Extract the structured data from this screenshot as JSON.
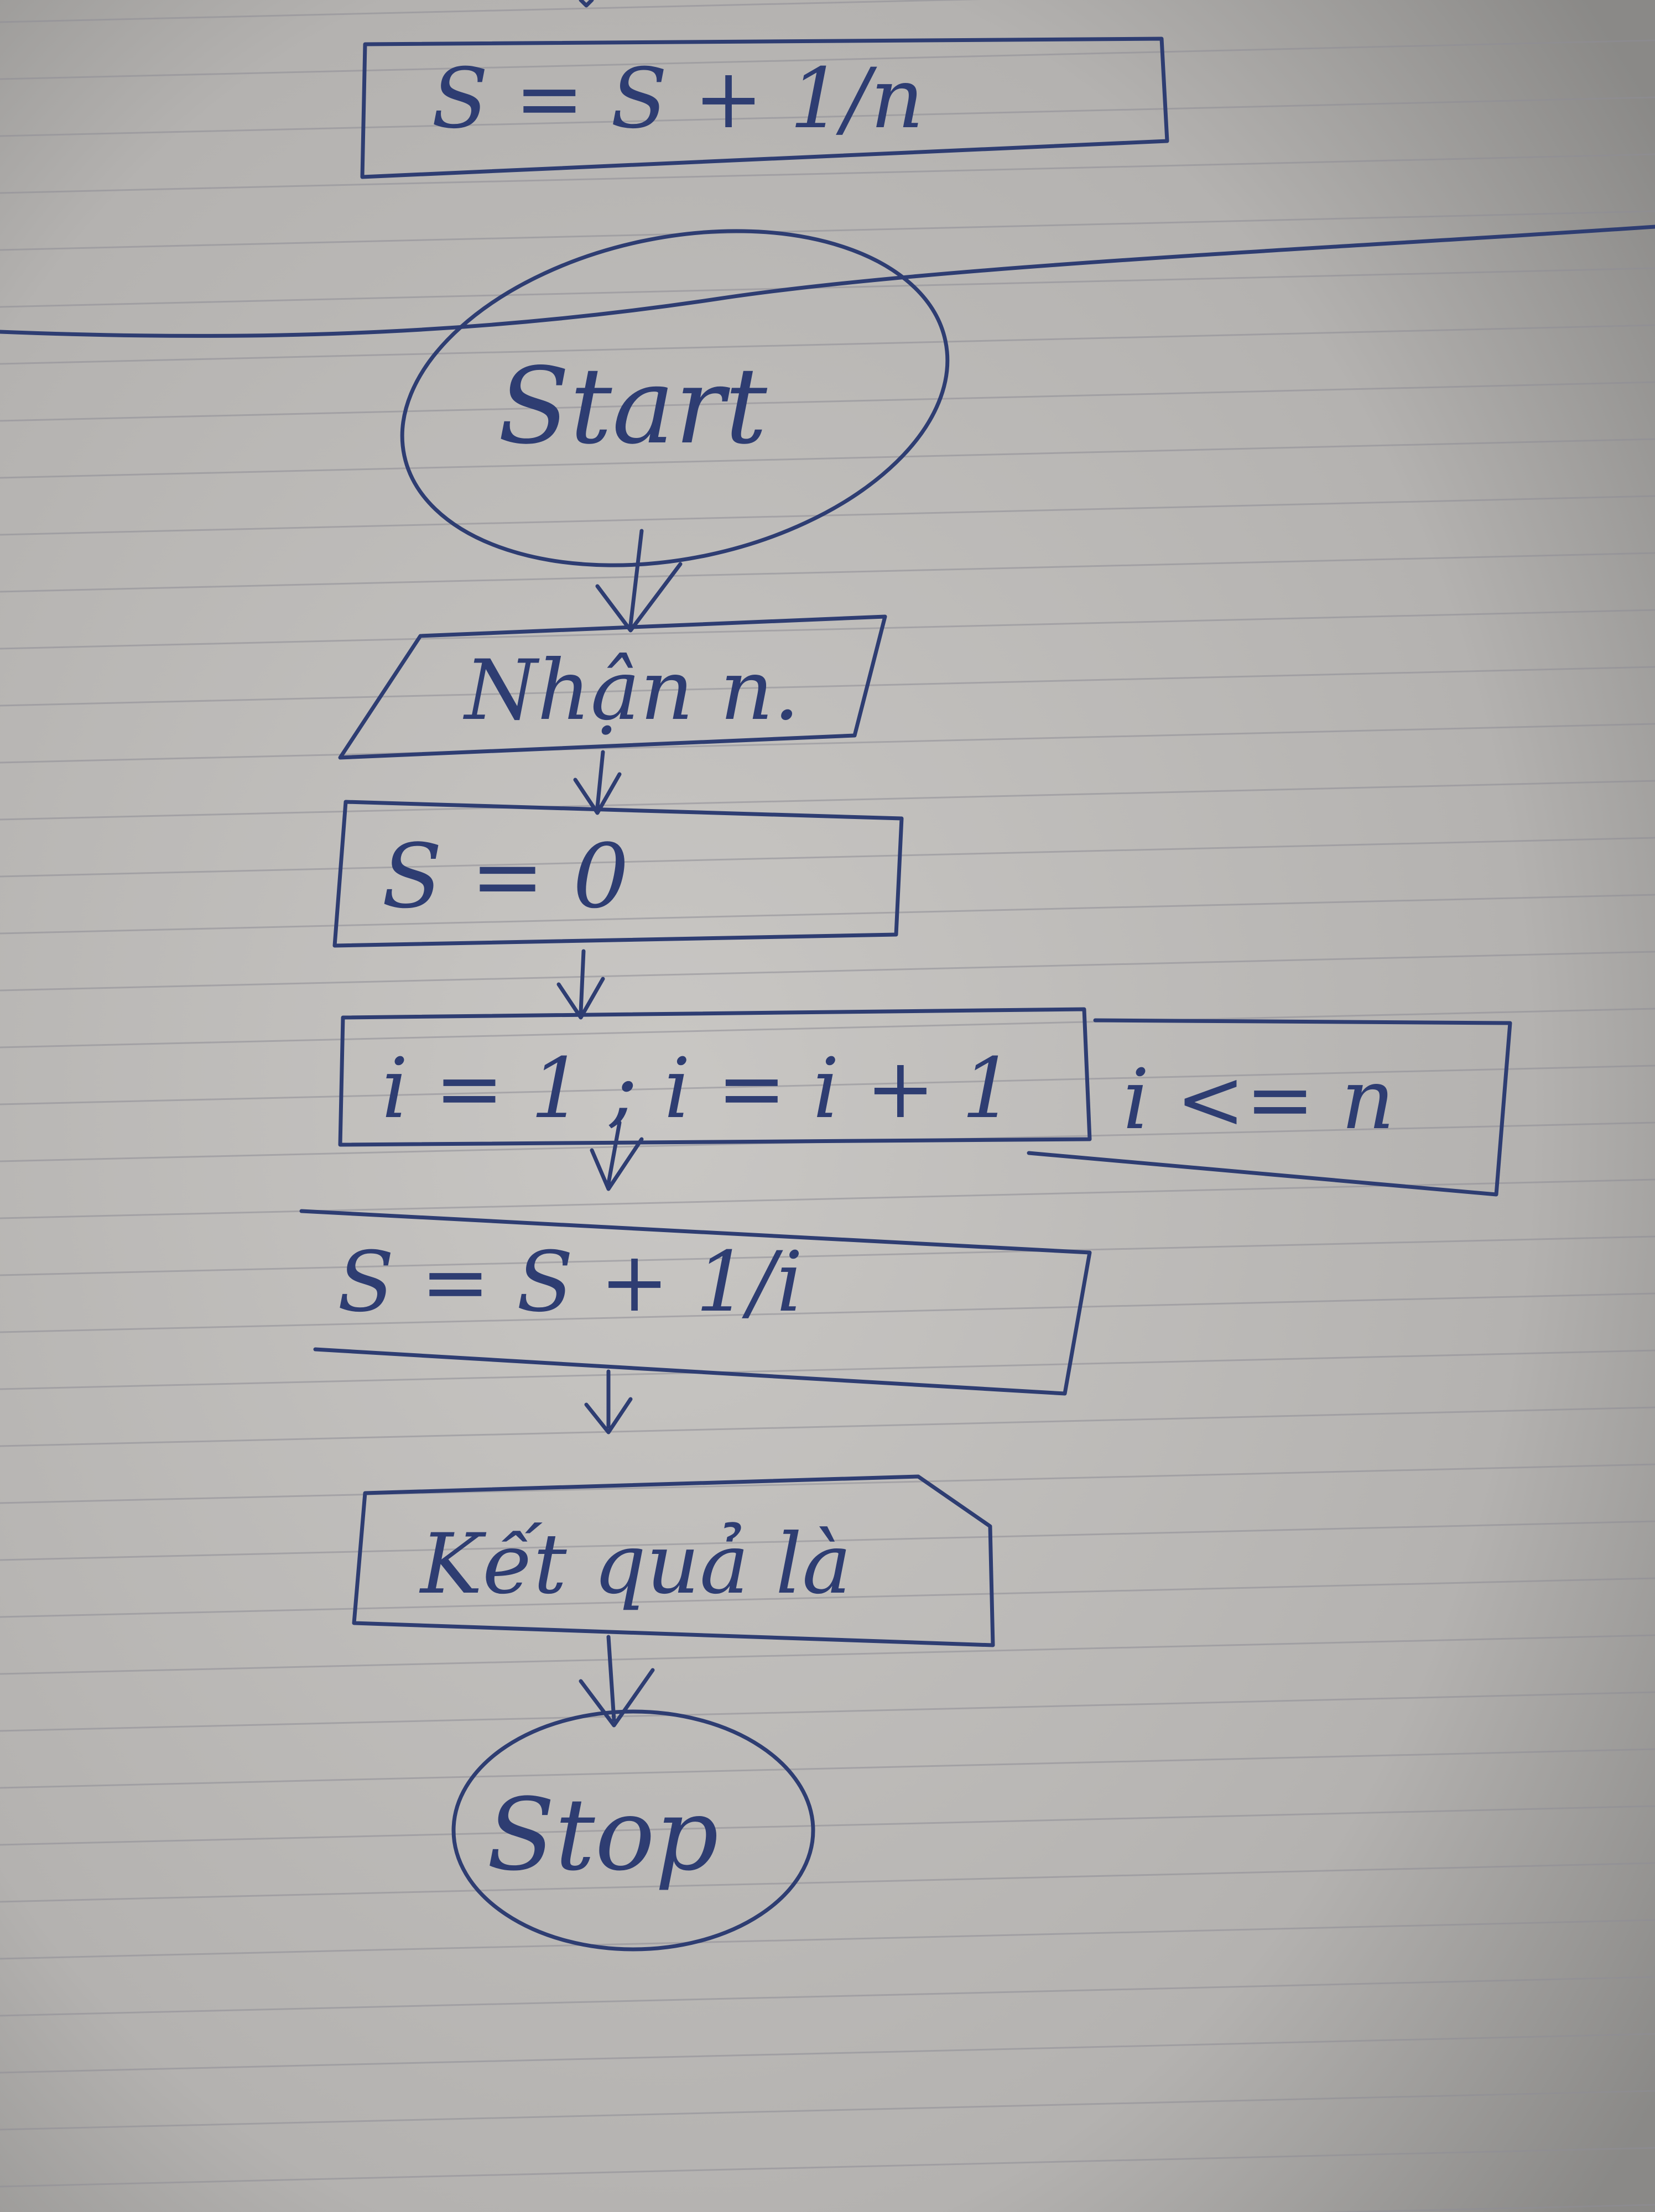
{
  "colors": {
    "ink": "#2e3d72",
    "paper": "#b8b6b4",
    "ruling": "#8f8e96"
  },
  "top_box": {
    "label": "S = S + 1/n"
  },
  "flowchart": {
    "start": "Start",
    "input": "Nhận n.",
    "init": "S = 0",
    "loop": "i = 1 ; i = i + 1",
    "condition": "i <= n",
    "body": "S = S + 1/i",
    "output": "Kết quả là",
    "stop": "Stop"
  }
}
